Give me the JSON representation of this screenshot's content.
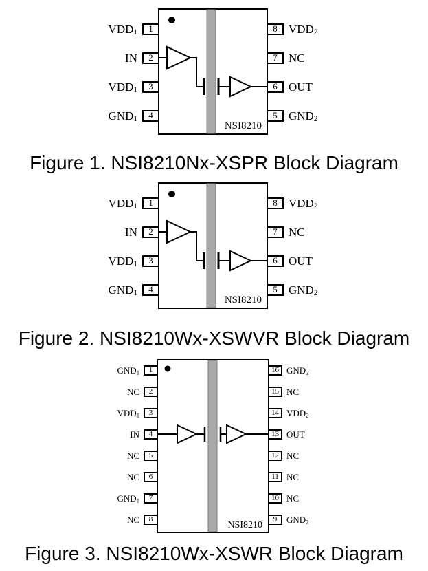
{
  "colors": {
    "page_background": "#ffffff",
    "chip_background": "#ffffff",
    "line": "#000000",
    "text": "#000000",
    "barrier_fill": "#a9a9a9",
    "barrier_edge": "#7d7d7d"
  },
  "icons": {
    "pin1_indicator": "filled-circle",
    "input_buffer": "right-triangle-outline",
    "output_buffer": "right-triangle-outline",
    "isolation_capacitor": "double-bar-capacitor"
  },
  "figures": [
    {
      "caption": "Figure 1. NSI8210Nx-XSPR Block Diagram",
      "chip_label": "NSI8210",
      "left_pins": [
        {
          "num": "1",
          "label": "VDD",
          "sub": "1"
        },
        {
          "num": "2",
          "label": "IN",
          "sub": ""
        },
        {
          "num": "3",
          "label": "VDD",
          "sub": "1"
        },
        {
          "num": "4",
          "label": "GND",
          "sub": "1"
        }
      ],
      "right_pins": [
        {
          "num": "8",
          "label": "VDD",
          "sub": "2"
        },
        {
          "num": "7",
          "label": "NC",
          "sub": ""
        },
        {
          "num": "6",
          "label": "OUT",
          "sub": ""
        },
        {
          "num": "5",
          "label": "GND",
          "sub": "2"
        }
      ]
    },
    {
      "caption": "Figure 2. NSI8210Wx-XSWVR Block Diagram",
      "chip_label": "NSI8210",
      "left_pins": [
        {
          "num": "1",
          "label": "VDD",
          "sub": "1"
        },
        {
          "num": "2",
          "label": "IN",
          "sub": ""
        },
        {
          "num": "3",
          "label": "VDD",
          "sub": "1"
        },
        {
          "num": "4",
          "label": "GND",
          "sub": "1"
        }
      ],
      "right_pins": [
        {
          "num": "8",
          "label": "VDD",
          "sub": "2"
        },
        {
          "num": "7",
          "label": "NC",
          "sub": ""
        },
        {
          "num": "6",
          "label": "OUT",
          "sub": ""
        },
        {
          "num": "5",
          "label": "GND",
          "sub": "2"
        }
      ]
    },
    {
      "caption": "Figure 3. NSI8210Wx-XSWR Block Diagram",
      "chip_label": "NSI8210",
      "left_pins": [
        {
          "num": "1",
          "label": "GND",
          "sub": "1"
        },
        {
          "num": "2",
          "label": "NC",
          "sub": ""
        },
        {
          "num": "3",
          "label": "VDD",
          "sub": "1"
        },
        {
          "num": "4",
          "label": "IN",
          "sub": ""
        },
        {
          "num": "5",
          "label": "NC",
          "sub": ""
        },
        {
          "num": "6",
          "label": "NC",
          "sub": ""
        },
        {
          "num": "7",
          "label": "GND",
          "sub": "1"
        },
        {
          "num": "8",
          "label": "NC",
          "sub": ""
        }
      ],
      "right_pins": [
        {
          "num": "16",
          "label": "GND",
          "sub": "2"
        },
        {
          "num": "15",
          "label": "NC",
          "sub": ""
        },
        {
          "num": "14",
          "label": "VDD",
          "sub": "2"
        },
        {
          "num": "13",
          "label": "OUT",
          "sub": ""
        },
        {
          "num": "12",
          "label": "NC",
          "sub": ""
        },
        {
          "num": "11",
          "label": "NC",
          "sub": ""
        },
        {
          "num": "10",
          "label": "NC",
          "sub": ""
        },
        {
          "num": "9",
          "label": "GND",
          "sub": "2"
        }
      ]
    }
  ]
}
